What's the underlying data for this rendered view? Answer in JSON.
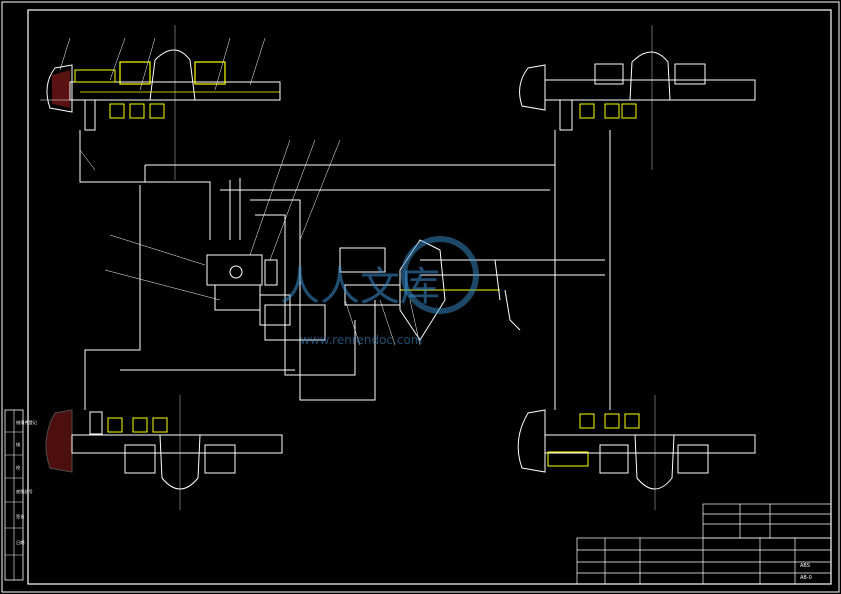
{
  "drawing": {
    "colors": {
      "background": "#000000",
      "line": "#ffffff",
      "section": "#ffff00",
      "hatch": "#ff3030",
      "watermark": "#3a8fd0"
    }
  },
  "watermark": {
    "text": "人人文库",
    "url": "www.renrendoc.com"
  },
  "sidebar": {
    "labels": [
      "借用件登记",
      "描",
      "校",
      "底图总号",
      "签名",
      "日期"
    ]
  },
  "notes": {
    "line1": "",
    "line2": "",
    "line3": "",
    "line4": ""
  },
  "titleblock": {
    "drawing_name": "",
    "drawing_number": "ABS",
    "sheet_code": "AB-0",
    "material": "",
    "scale": "",
    "company": ""
  }
}
